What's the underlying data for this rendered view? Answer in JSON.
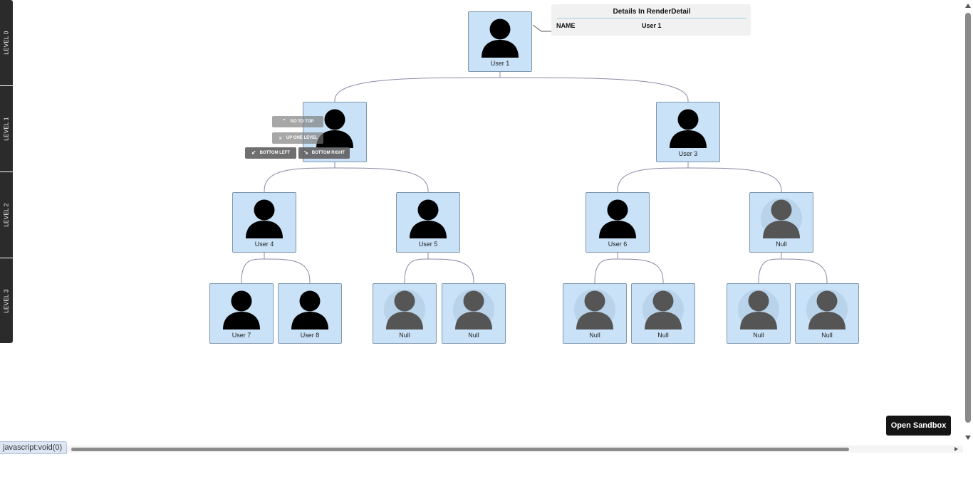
{
  "levels": [
    "LEVEL 0",
    "LEVEL 1",
    "LEVEL 2",
    "LEVEL 3"
  ],
  "nodes": [
    {
      "id": "n0",
      "label": "User 1",
      "null": false
    },
    {
      "id": "n1",
      "label": "",
      "null": false
    },
    {
      "id": "n2",
      "label": "User 3",
      "null": false
    },
    {
      "id": "n3",
      "label": "User 4",
      "null": false
    },
    {
      "id": "n4",
      "label": "User 5",
      "null": false
    },
    {
      "id": "n5",
      "label": "User 6",
      "null": false
    },
    {
      "id": "n6",
      "label": "Null",
      "null": true
    },
    {
      "id": "n7",
      "label": "User 7",
      "null": false
    },
    {
      "id": "n8",
      "label": "User 8",
      "null": false
    },
    {
      "id": "n9",
      "label": "Null",
      "null": true
    },
    {
      "id": "n10",
      "label": "Null",
      "null": true
    },
    {
      "id": "n11",
      "label": "Null",
      "null": true
    },
    {
      "id": "n12",
      "label": "Null",
      "null": true
    },
    {
      "id": "n13",
      "label": "Null",
      "null": true
    },
    {
      "id": "n14",
      "label": "Null",
      "null": true
    }
  ],
  "edges": [
    [
      "n0",
      "n1"
    ],
    [
      "n0",
      "n2"
    ],
    [
      "n1",
      "n3"
    ],
    [
      "n1",
      "n4"
    ],
    [
      "n2",
      "n5"
    ],
    [
      "n2",
      "n6"
    ],
    [
      "n3",
      "n7"
    ],
    [
      "n3",
      "n8"
    ],
    [
      "n4",
      "n9"
    ],
    [
      "n4",
      "n10"
    ],
    [
      "n5",
      "n11"
    ],
    [
      "n5",
      "n12"
    ],
    [
      "n6",
      "n13"
    ],
    [
      "n6",
      "n14"
    ]
  ],
  "controls": {
    "go_to_top": "GO TO TOP",
    "up_one_level": "UP ONE LEVEL",
    "bottom_left": "BOTTOM LEFT",
    "bottom_right": "BOTTOM RIGHT"
  },
  "details": {
    "title": "Details In RenderDetail",
    "key": "NAME",
    "value": "User 1"
  },
  "sandbox_button": "Open Sandbox",
  "status_url": "javascript:void(0)",
  "colors": {
    "node_fill": "#c9e2f7",
    "node_border": "#7f97ad",
    "user_icon": "#000000",
    "null_icon": "#555555",
    "link": "#8a8aa8",
    "level_bar": "#2b2b2b"
  }
}
